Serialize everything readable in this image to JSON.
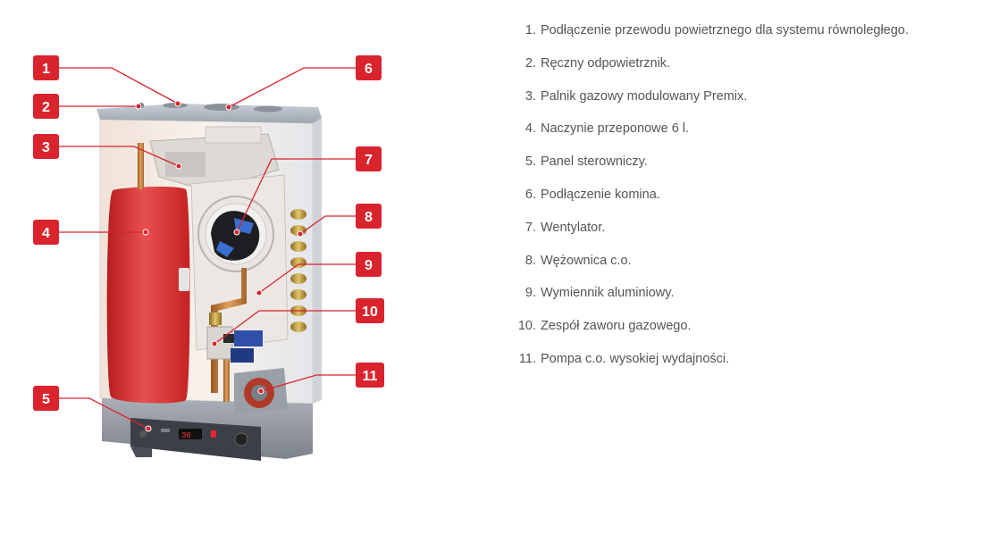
{
  "colors": {
    "accent": "#d9232d",
    "tank": "#d42c2c",
    "text": "#555555"
  },
  "diagram": {
    "callouts": [
      {
        "number": "1"
      },
      {
        "number": "2"
      },
      {
        "number": "3"
      },
      {
        "number": "4"
      },
      {
        "number": "5"
      },
      {
        "number": "6"
      },
      {
        "number": "7"
      },
      {
        "number": "8"
      },
      {
        "number": "9"
      },
      {
        "number": "10"
      },
      {
        "number": "11"
      }
    ],
    "display_digits": "30"
  },
  "legend": {
    "items": [
      {
        "num": "1.",
        "text": "Podłączenie przewodu powietrznego dla systemu równoległego."
      },
      {
        "num": "2.",
        "text": "Ręczny odpowietrznik."
      },
      {
        "num": "3.",
        "text": "Palnik gazowy modulowany Premix."
      },
      {
        "num": "4.",
        "text": "Naczynie przeponowe 6 l."
      },
      {
        "num": "5.",
        "text": "Panel sterowniczy."
      },
      {
        "num": "6.",
        "text": "Podłączenie komina."
      },
      {
        "num": "7.",
        "text": "Wentylator."
      },
      {
        "num": "8.",
        "text": "Wężownica c.o."
      },
      {
        "num": "9.",
        "text": "Wymiennik aluminiowy."
      },
      {
        "num": "10.",
        "text": "Zespół zaworu gazowego."
      },
      {
        "num": "11.",
        "text": "Pompa c.o. wysokiej wydajności."
      }
    ]
  }
}
